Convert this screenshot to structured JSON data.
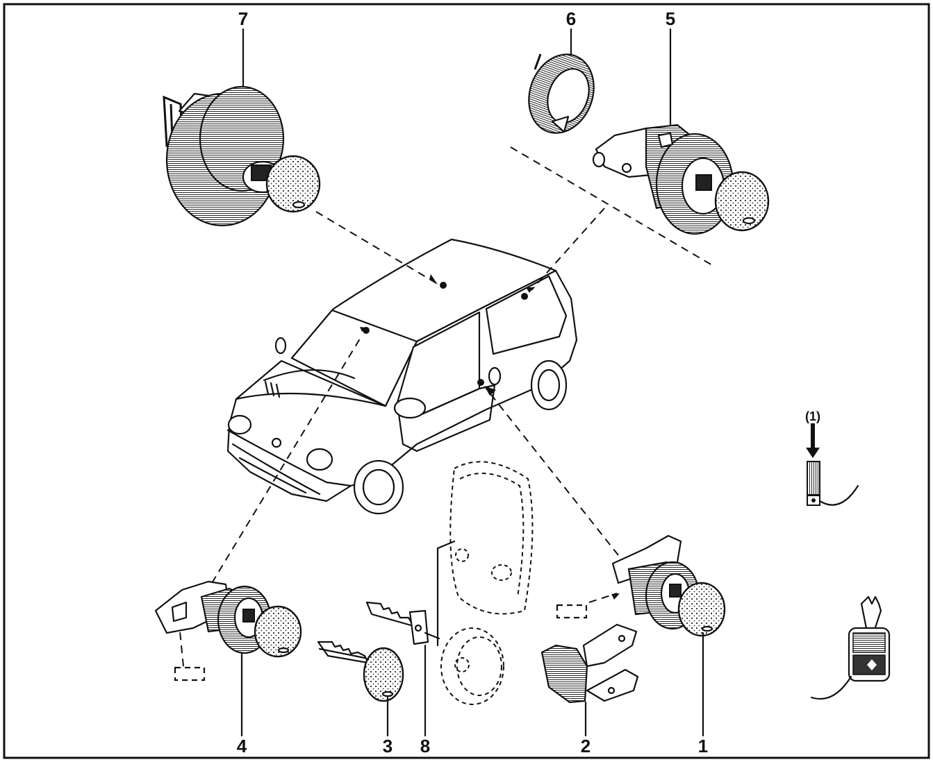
{
  "diagram": {
    "callouts": [
      {
        "id": "c7",
        "text": "7"
      },
      {
        "id": "c6",
        "text": "6"
      },
      {
        "id": "c5",
        "text": "5"
      },
      {
        "id": "c4",
        "text": "4"
      },
      {
        "id": "c3",
        "text": "3"
      },
      {
        "id": "c8",
        "text": "8"
      },
      {
        "id": "c2",
        "text": "2"
      },
      {
        "id": "c1",
        "text": "1"
      }
    ],
    "note_label": "(1)",
    "colors": {
      "ink": "#111111",
      "paper": "#ffffff"
    },
    "icons": [
      "fuel-cap-lock-icon",
      "ignition-barrel-icon",
      "door-lock-icon",
      "key-icon",
      "car-icon",
      "key-tag-icon"
    ]
  }
}
